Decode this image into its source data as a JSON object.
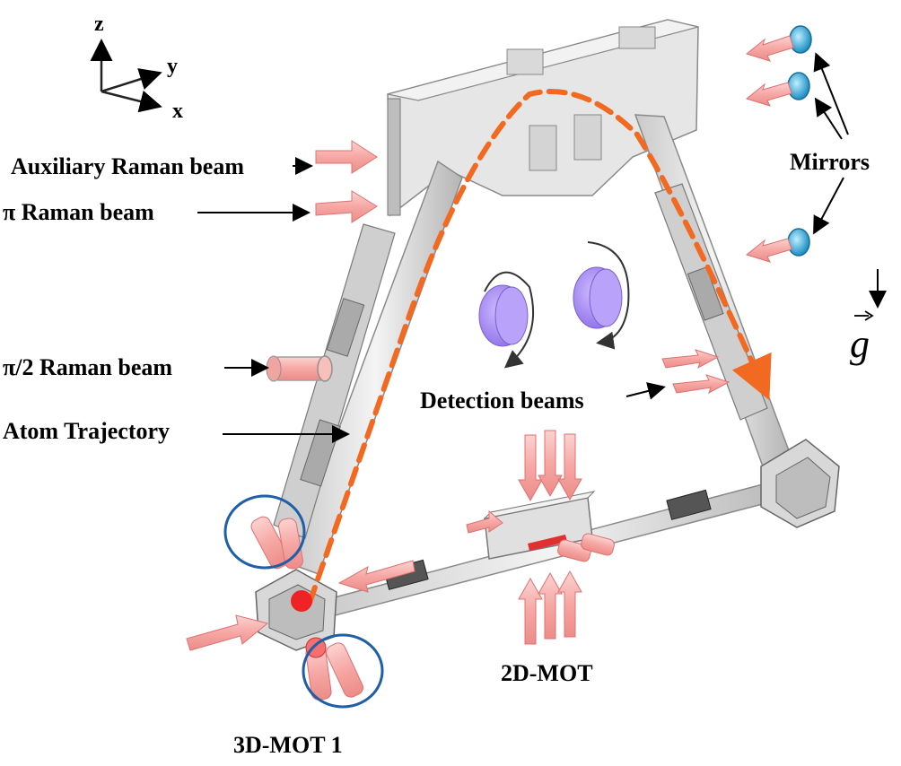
{
  "axes": {
    "z": "z",
    "y": "y",
    "x": "x"
  },
  "labels": {
    "auxiliary_raman": "Auxiliary Raman beam",
    "pi_raman": "π Raman beam",
    "pi2_raman": "π/2 Raman beam",
    "atom_trajectory": "Atom Trajectory",
    "mirrors": "Mirrors",
    "detection_beams": "Detection beams",
    "mot2d": "2D-MOT",
    "mot3d": "3D-MOT 1"
  },
  "gravity_symbol": "g",
  "colors": {
    "beam": "#f6a7a4",
    "beam_edge": "#e86c6c",
    "trajectory": "#f26a21",
    "mirror": "#3ab5e6",
    "rotor": "#a98cf0",
    "circle": "#1f5fa8",
    "chamber": "#e3e3e3",
    "chamber_edge": "#8a8a8a"
  }
}
